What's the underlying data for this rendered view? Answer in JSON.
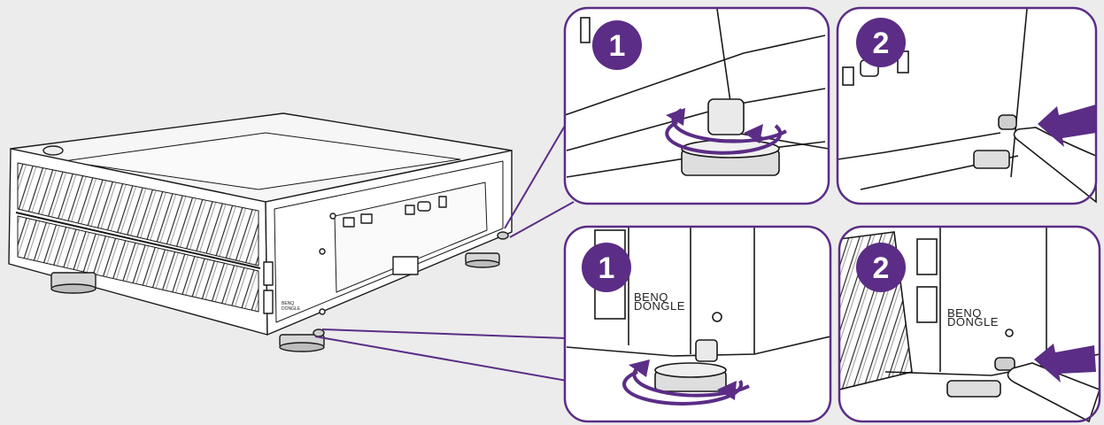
{
  "colors": {
    "accent": "#5b2d86",
    "background": "#ececec",
    "panel_bg": "#ffffff",
    "line": "#1a1a1a"
  },
  "panels": {
    "top_left": {
      "step": "1",
      "icons": [
        "rotate-arrows-icon"
      ]
    },
    "top_right": {
      "step": "2",
      "icons": [
        "push-arrow-icon",
        "finger-icon"
      ]
    },
    "bottom_left": {
      "step": "1",
      "label_line1": "BENQ",
      "label_line2": "DONGLE",
      "icons": [
        "rotate-arrows-icon"
      ]
    },
    "bottom_right": {
      "step": "2",
      "label_line1": "BENQ",
      "label_line2": "DONGLE",
      "icons": [
        "push-arrow-icon",
        "finger-icon"
      ]
    }
  },
  "projector": {
    "port_label_line1": "BENQ",
    "port_label_line2": "DONGLE"
  }
}
